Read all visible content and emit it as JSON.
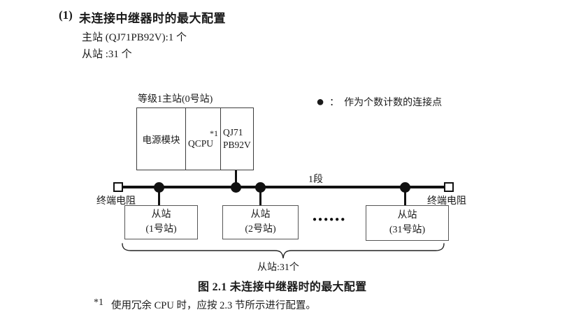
{
  "heading": {
    "number": "(1)",
    "title": "未连接中继器时的最大配置",
    "line1": "主站 (QJ71PB92V):1 个",
    "line2": "从站 :31 个"
  },
  "diagram": {
    "master_label": "等级1主站(0号站)",
    "modules": {
      "power": "电源模块",
      "cpu": "QCPU",
      "cpu_note": "*1",
      "network": "QJ71 PB92V"
    },
    "legend": {
      "symbol": "●",
      "colon": "：",
      "text": "作为个数计数的连接点"
    },
    "segment_label": "1段",
    "terminator_left": "终端电阻",
    "terminator_right": "终端电阻",
    "slaves": [
      {
        "line1": "从站",
        "line2": "(1号站)"
      },
      {
        "line1": "从站",
        "line2": "(2号站)"
      },
      {
        "line1": "从站",
        "line2": "(31号站)"
      }
    ],
    "ellipsis": "●●●●●●",
    "brace_label": "从站:31个"
  },
  "caption": "图 2.1 未连接中继器时的最大配置",
  "footnote": {
    "marker": "*1",
    "text": "使用冗余 CPU 时，应按 2.3 节所示进行配置。"
  },
  "colors": {
    "text": "#1a1a1a",
    "line": "#111111",
    "box_border": "#3c3c3c",
    "background": "#ffffff"
  }
}
